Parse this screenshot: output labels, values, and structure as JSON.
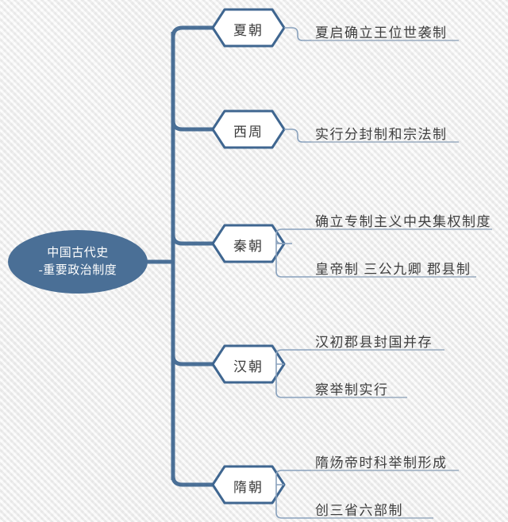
{
  "diagram": {
    "title": "中国古代史-重要政治制度",
    "root": {
      "line1": "中国古代史",
      "line2": "-重要政治制度"
    },
    "colors": {
      "root_fill": "#4a6f96",
      "branch_stroke": "#4a6f96",
      "node_stroke": "#3f6690",
      "node_fill": "#ffffff",
      "connector_stroke": "#8aa2bd",
      "underline": "#9aabbf",
      "text": "#3f3f3f",
      "background": "#eeeeee"
    },
    "branches": [
      {
        "name": "夏朝",
        "items": [
          "夏启确立王位世袭制"
        ]
      },
      {
        "name": "西周",
        "items": [
          "实行分封制和宗法制"
        ]
      },
      {
        "name": "秦朝",
        "items": [
          "确立专制主义中央集权制度",
          "皇帝制  三公九卿  郡县制"
        ]
      },
      {
        "name": "汉朝",
        "items": [
          "汉初郡县封国并存",
          "察举制实行"
        ]
      },
      {
        "name": "隋朝",
        "items": [
          "隋炀帝时科举制形成",
          "创三省六部制"
        ]
      }
    ]
  }
}
